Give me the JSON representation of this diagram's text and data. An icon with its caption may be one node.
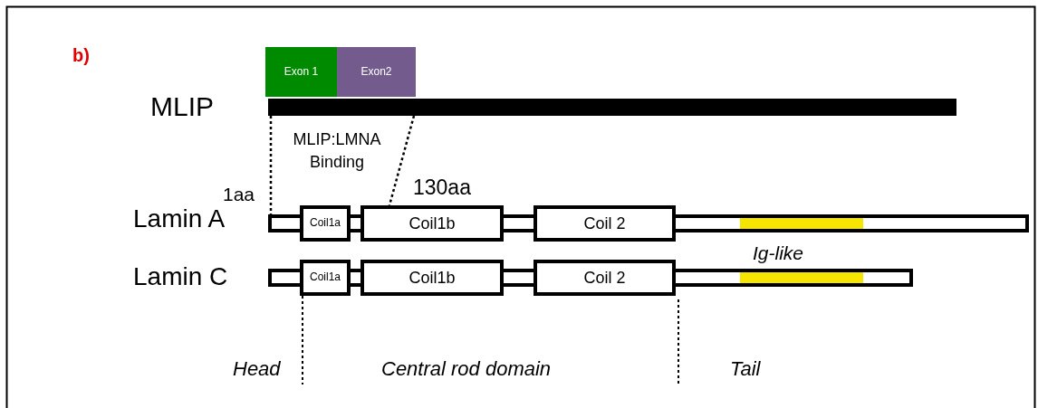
{
  "diagram": {
    "nodes": [
      {
        "text": [
          "Exon 1"
        ]
      },
      {
        "text": [
          "Exon2"
        ]
      },
      {
        "text": [],
        "shape": "bar",
        "beside": [
          "MLIP"
        ]
      },
      {
        "text": [],
        "shape": "bar",
        "beside": [
          "Lamin A"
        ]
      },
      {
        "text": [
          "Coil1a"
        ]
      },
      {
        "text": [
          "Coil1b"
        ]
      },
      {
        "text": [
          "Coil 2"
        ]
      },
      {
        "text": [],
        "shape": "bar",
        "beside": [
          "Lamin C"
        ]
      },
      {
        "text": [
          "Coil1a"
        ]
      },
      {
        "text": [
          "Coil1b"
        ]
      },
      {
        "text": [
          "Coil 2"
        ]
      }
    ],
    "edges": [
      {
        "from": 2,
        "to": 3,
        "arrow": "none",
        "style": "dashed"
      },
      {
        "from": 2,
        "to": 5,
        "arrow": "none",
        "style": "dashed"
      }
    ],
    "labels": [
      "b)",
      "MLIP:LMNA Binding",
      "1aa",
      "130aa",
      "Ig-like",
      "Head",
      "Central rod domain",
      "Tail"
    ]
  }
}
